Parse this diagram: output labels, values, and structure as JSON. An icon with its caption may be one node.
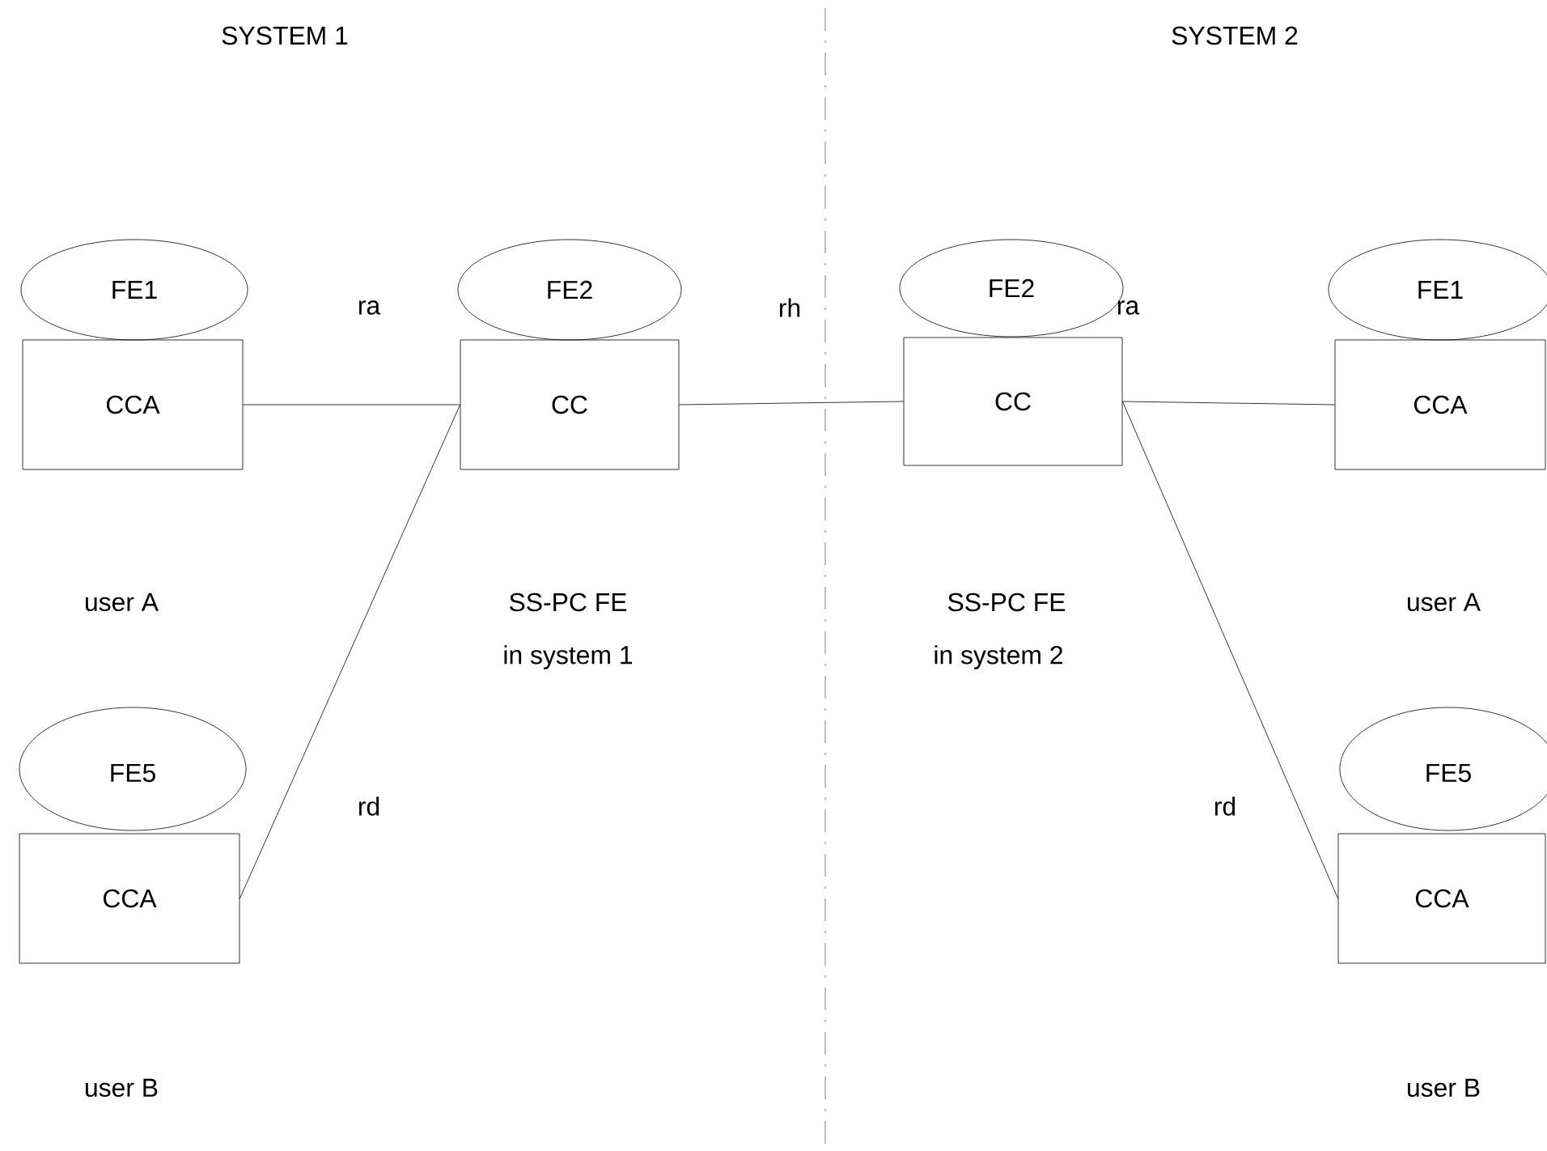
{
  "diagram": {
    "nodes": [
      {
        "text": [
          "FE1"
        ]
      },
      {
        "text": [
          "CCA"
        ]
      },
      {
        "text": [
          "FE2"
        ]
      },
      {
        "text": [
          "CC"
        ]
      },
      {
        "text": [
          "FE2"
        ]
      },
      {
        "text": [
          "CC"
        ]
      },
      {
        "text": [
          "FE1"
        ]
      },
      {
        "text": [
          "CCA"
        ]
      },
      {
        "text": [
          "FE5"
        ]
      },
      {
        "text": [
          "CCA"
        ]
      },
      {
        "text": [
          "FE5"
        ]
      },
      {
        "text": [
          "CCA"
        ]
      }
    ],
    "edges": [
      {
        "from": 1,
        "to": 3,
        "arrow": "none",
        "label": "ra"
      },
      {
        "from": 9,
        "to": 3,
        "arrow": "none",
        "label": "rd"
      },
      {
        "from": 3,
        "to": 5,
        "arrow": "none",
        "label": "rh"
      },
      {
        "from": 5,
        "to": 7,
        "arrow": "none",
        "label": "ra"
      },
      {
        "from": 5,
        "to": 11,
        "arrow": "none",
        "label": "rd"
      }
    ],
    "labels": [
      "SYSTEM 1",
      "SYSTEM 2",
      "user A",
      "SS-PC FE",
      "SS-PC FE",
      "user A",
      "in system 1",
      "in system 2",
      "user B",
      "user B"
    ]
  }
}
